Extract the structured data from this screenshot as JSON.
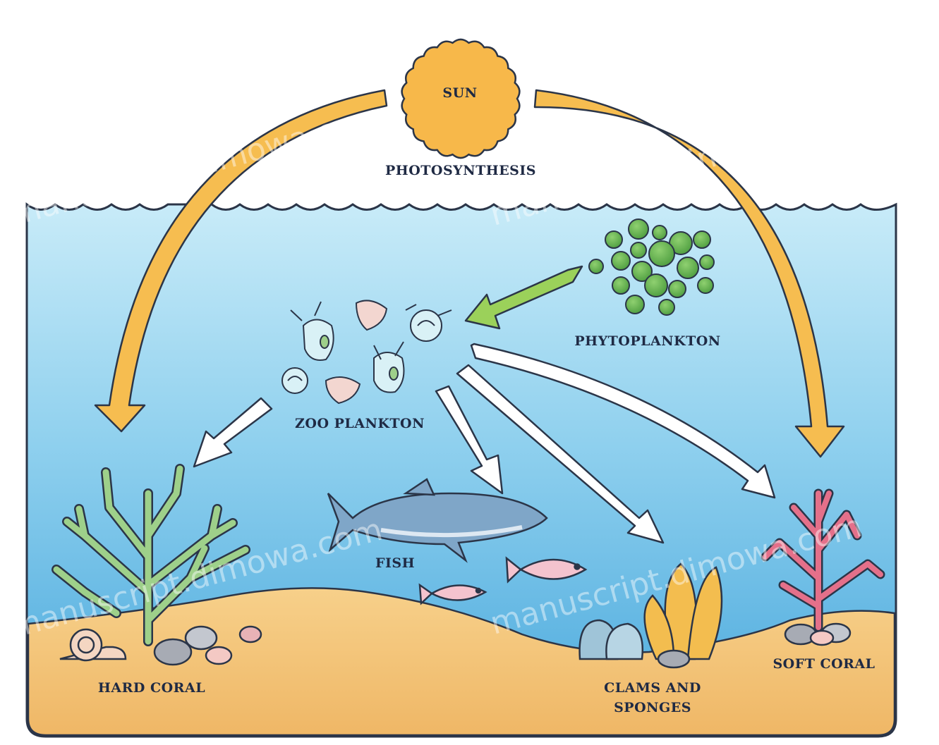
{
  "labels": {
    "sun": "SUN",
    "photosynthesis": "PHOTOSYNTHESIS",
    "phytoplankton": "PHYTOPLANKTON",
    "zooplankton": "ZOO PLANKTON",
    "fish": "FISH",
    "hard_coral": "HARD CORAL",
    "clams_line1": "CLAMS AND",
    "clams_line2": "SPONGES",
    "soft_coral": "SOFT CORAL"
  },
  "watermark": "manuscript.dimowa.com",
  "colors": {
    "sun": "#f7b84a",
    "sun_arrow": "#f6bd50",
    "green_arrow": "#9bd15a",
    "white_arrow": "#ffffff",
    "phytoplankton": "#5fae4a",
    "water_top": "#bfe6f6",
    "water_bottom": "#5ab4e0",
    "sand": "#f3c37a",
    "hard_coral": "#9ed08a",
    "soft_coral": "#e4708a",
    "clam": "#f3bd4f",
    "label": "#1f2a44"
  }
}
